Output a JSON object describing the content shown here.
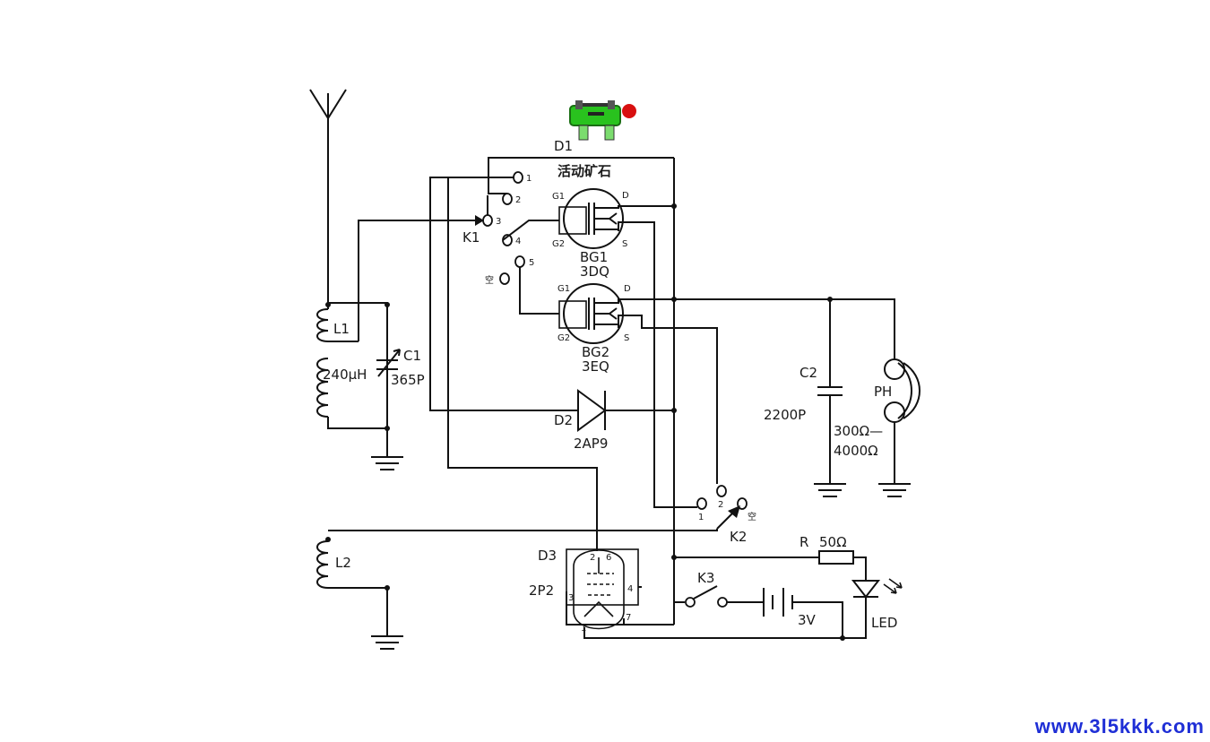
{
  "labels": {
    "d1": "D1",
    "d1_desc": "活动矿石",
    "k1": "K1",
    "k1_pos": [
      "1",
      "2",
      "3",
      "4",
      "5"
    ],
    "kong": "空",
    "bg1": "BG1",
    "bg1_type": "3DQ",
    "bg2": "BG2",
    "bg2_type": "3EQ",
    "g1": "G1",
    "g2": "G2",
    "d": "D",
    "s": "S",
    "l1": "L1",
    "l1_value": "240μH",
    "c1": "C1",
    "c1_value": "365P",
    "c2": "C2",
    "c2_value": "2200P",
    "ph": "PH",
    "ph_imp1": "300Ω—",
    "ph_imp2": "4000Ω",
    "d2": "D2",
    "d2_type": "2AP9",
    "l2": "L2",
    "k2": "K2",
    "k2_pos": [
      "1",
      "2"
    ],
    "d3": "D3",
    "d3_type": "2P2",
    "pins": [
      "2",
      "6",
      "3",
      "4",
      "1",
      "7"
    ],
    "k3": "K3",
    "battery": "3V",
    "r": "R",
    "r_value": "50Ω",
    "led": "LED"
  },
  "watermark": "www.3l5kkk.com",
  "colors": {
    "wire": "#111111",
    "crystal_green": "#29c21e",
    "crystal_red": "#d81010",
    "watermark": "#1f2fd6"
  }
}
